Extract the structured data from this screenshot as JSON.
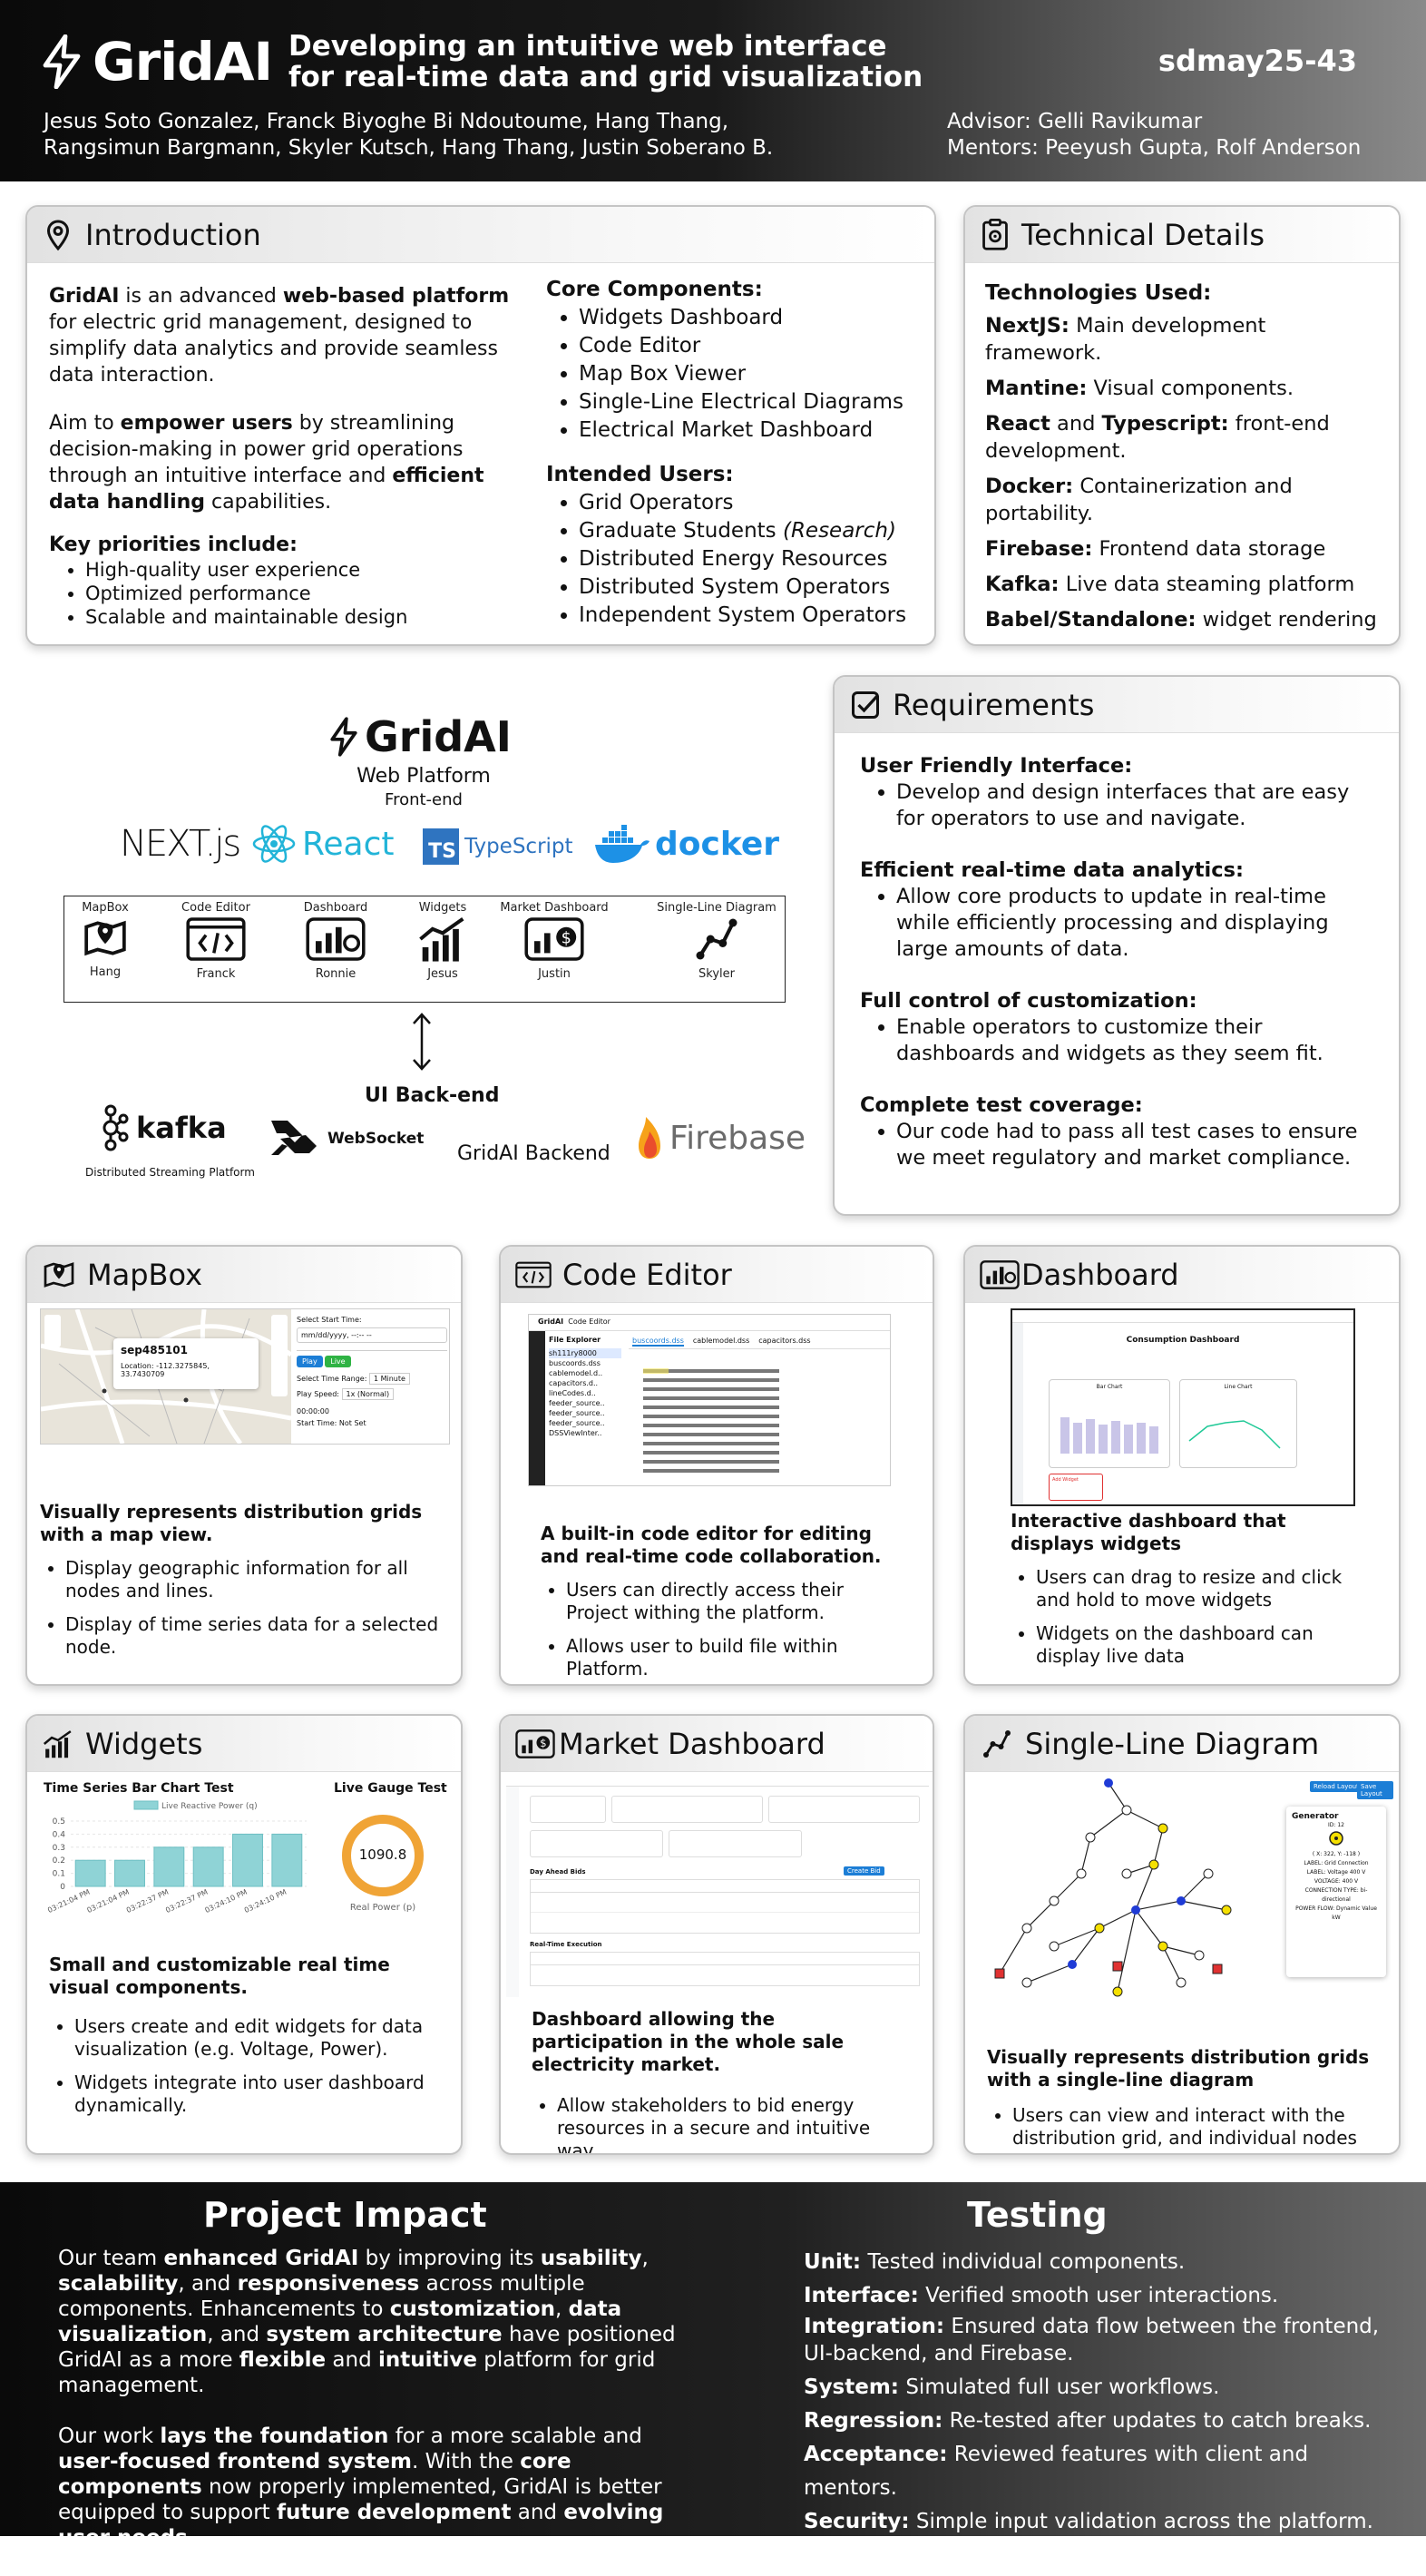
{
  "header": {
    "logo": "GridAI",
    "subtitle_line1": "Developing an intuitive web interface",
    "subtitle_line2": "for real-time data and grid visualization",
    "team_id": "sdmay25-43",
    "authors_line1": "Jesus Soto Gonzalez, Franck Biyoghe Bi Ndoutoume, Hang Thang,",
    "authors_line2": "Rangsimun Bargmann, Skyler Kutsch, Hang Thang, Justin Soberano B.",
    "advisor": "Advisor: Gelli Ravikumar",
    "mentors": "Mentors: Peeyush Gupta, Rolf Anderson"
  },
  "intro": {
    "title": "Introduction",
    "p1_b1": "GridAI",
    "p1_t1": " is an advanced ",
    "p1_b2": "web-based platform",
    "p1_t2": " for electric grid management, designed to simplify data analytics and provide seamless data interaction.",
    "p2_t1": "Aim to ",
    "p2_b1": "empower users",
    "p2_t2": " by streamlining decision-making in power grid operations through an intuitive interface and ",
    "p2_b2": "efficient data handling",
    "p2_t3": " capabilities.",
    "priorities_title": "Key priorities include:",
    "priorities": [
      "High-quality user experience",
      "Optimized performance",
      "Scalable and maintainable design"
    ],
    "core_title": "Core Components:",
    "core": [
      "Widgets Dashboard",
      "Code Editor",
      "Map Box Viewer",
      "Single-Line Electrical Diagrams",
      "Electrical Market Dashboard"
    ],
    "users_title": "Intended Users:",
    "users": [
      "Grid Operators",
      "Graduate Students ",
      "Distributed Energy Resources",
      "Distributed System Operators",
      "Independent System Operators"
    ],
    "users_research": "(Research)"
  },
  "tech": {
    "title": "Technical Details",
    "heading": "Technologies Used:",
    "items": [
      {
        "b": "NextJS:",
        "t": " Main development framework."
      },
      {
        "b": "Mantine:",
        "t": " Visual components."
      },
      {
        "b": "React",
        "t2": " and ",
        "b2": "Typescript:",
        "t": " front-end development."
      },
      {
        "b": "Docker:",
        "t": " Containerization and portability."
      },
      {
        "b": "Firebase:",
        "t": " Frontend data storage"
      },
      {
        "b": "Kafka:",
        "t": " Live data steaming platform"
      },
      {
        "b": "Babel/Standalone:",
        "t": " widget rendering"
      }
    ]
  },
  "arch": {
    "logo": "GridAI",
    "platform": "Web Platform",
    "frontend": "Front-end",
    "tech_logos": [
      "NEXT.js",
      "React",
      "TypeScript",
      "docker"
    ],
    "modules": [
      {
        "label": "MapBox",
        "owner": "Hang"
      },
      {
        "label": "Code Editor",
        "owner": "Franck"
      },
      {
        "label": "Dashboard",
        "owner": "Ronnie"
      },
      {
        "label": "Widgets",
        "owner": "Jesus"
      },
      {
        "label": "Market Dashboard",
        "owner": "Justin"
      },
      {
        "label": "Single-Line Diagram",
        "owner": "Skyler"
      }
    ],
    "backend": "UI Back-end",
    "kafka": "kafka",
    "kafka_sub": "Distributed Streaming Platform",
    "websocket": "WebSocket",
    "gridai_backend": "GridAI Backend",
    "firebase": "Firebase"
  },
  "req": {
    "title": "Requirements",
    "sections": [
      {
        "h": "User Friendly Interface:",
        "items": [
          "Develop and design interfaces that are easy for operators to use and navigate."
        ]
      },
      {
        "h": "Efficient real-time data analytics:",
        "items": [
          "Allow core products to update in real-time while efficiently processing and displaying large amounts of data."
        ]
      },
      {
        "h": "Full control of customization:",
        "items": [
          "Enable operators to customize their dashboards and widgets as they seem fit."
        ]
      },
      {
        "h": "Complete test coverage:",
        "items": [
          "Our code had to pass all test cases to ensure we meet regulatory and market compliance."
        ]
      }
    ]
  },
  "mapbox": {
    "title": "MapBox",
    "lead": "Visually represents distribution grids with a map view.",
    "items": [
      "Display geographic information for all nodes and lines.",
      "Display of time series data for a selected node."
    ],
    "shot": {
      "node": "sep485101",
      "location": "Location: -112.3275845, 33.7430709",
      "start_label": "Select Start Time:",
      "date_placeholder": "mm/dd/yyyy, --:-- --",
      "play": "Play",
      "live": "Live",
      "range_label": "Select Time Range:",
      "range": "1 Minute",
      "speed_label": "Play Speed:",
      "speed": "1x (Normal)",
      "time": "00:00:00",
      "start": "Start Time: Not Set"
    }
  },
  "code": {
    "title": "Code Editor",
    "lead": "A built-in code editor for editing and real-time code collaboration.",
    "items": [
      "Users can directly access their Project withing the platform.",
      " Allows user to build file within Platform."
    ],
    "shot": {
      "brand": "GridAI",
      "tab": "Code Editor",
      "explorer": "File Explorer",
      "tabs": [
        "buscoords.dss",
        "cablemodel.dss",
        "capacitors.dss"
      ],
      "files": [
        "sh111ry8000",
        "buscoords.dss",
        "cablemodel.d..",
        "capacitors.d..",
        "lineCodes.d..",
        "feeder_source..",
        "feeder_source..",
        "feeder_source..",
        "DSSViewInter.."
      ]
    }
  },
  "dashboard": {
    "title": "Dashboard",
    "lead": "Interactive dashboard that displays widgets",
    "items": [
      "Users can drag to resize and click and hold to move widgets",
      "Widgets on the dashboard can display live data"
    ],
    "shot": {
      "title": "Consumption Dashboard",
      "bar": "Bar Chart",
      "line": "Line Chart",
      "add": "Add Widget"
    }
  },
  "widgets": {
    "title": "Widgets",
    "lead": "Small and customizable real time visual components.",
    "items": [
      "Users create and edit widgets for data visualization (e.g. Voltage, Power).",
      "Widgets integrate into user dashboard dynamically."
    ],
    "bar_title": "Time Series Bar Chart Test",
    "legend": "Live Reactive Power (q)",
    "gauge_title": "Live Gauge Test",
    "gauge_value": "1090.8",
    "gauge_label": "Real Power (p)"
  },
  "market": {
    "title": "Market Dashboard",
    "lead": "Dashboard allowing the participation in the whole sale electricity market.",
    "items": [
      "Allow stakeholders to bid energy resources in a secure and intuitive way."
    ],
    "shot": {
      "day_ahead": "Day Ahead Bids",
      "realtime": "Real-Time Execution",
      "create": "Create Bid"
    }
  },
  "sld": {
    "title": "Single-Line Diagram",
    "lead": "Visually represents distribution grids with a single-line diagram",
    "items": [
      "Users can view and interact with the distribution grid, and individual nodes"
    ],
    "shot": {
      "reload": "Reload Layout",
      "save": "Save Layout",
      "panel_title": "Generator",
      "panel_id": "ID: 12",
      "panel_pos": "( X: 322, Y: -118 )",
      "label_line": "LABEL: Grid Connection",
      "voltage_kv": "LABEL: Voltage 400 V",
      "voltage": "VOLTAGE: 400 V",
      "conn": "CONNECTION TYPE: bi-directional",
      "flow": "POWER FLOW: Dynamic Value kW"
    }
  },
  "impact": {
    "title": "Project Impact"
  },
  "testing": {
    "title": "Testing",
    "items": [
      {
        "b": "Unit:",
        "t": " Tested individual components."
      },
      {
        "b": "Interface:",
        "t": " Verified smooth user interactions."
      },
      {
        "b": "Integration:",
        "t": " Ensured data flow between the frontend, UI-backend, and Firebase."
      },
      {
        "b": "System:",
        "t": " Simulated full user workflows."
      },
      {
        "b": "Regression:",
        "t": " Re-tested after updates to catch breaks."
      },
      {
        "b": "Acceptance:",
        "t": " Reviewed features with client and mentors."
      },
      {
        "b": "Security:",
        "t": " Simple input validation across the platform."
      }
    ]
  },
  "chart_data": {
    "type": "bar",
    "title": "Time Series Bar Chart Test",
    "categories": [
      "03:21:04 PM",
      "03:21:04 PM",
      "03:22:37 PM",
      "03:22:37 PM",
      "03:24:10 PM",
      "03:24:10 PM"
    ],
    "series": [
      {
        "name": "Live Reactive Power (q)",
        "values": [
          0.2,
          0.2,
          0.3,
          0.3,
          0.4,
          0.4
        ]
      }
    ],
    "ylim": [
      0,
      0.5
    ],
    "yticks": [
      0,
      0.1,
      0.2,
      0.3,
      0.4,
      0.5
    ],
    "color": "#8fd3d6"
  }
}
